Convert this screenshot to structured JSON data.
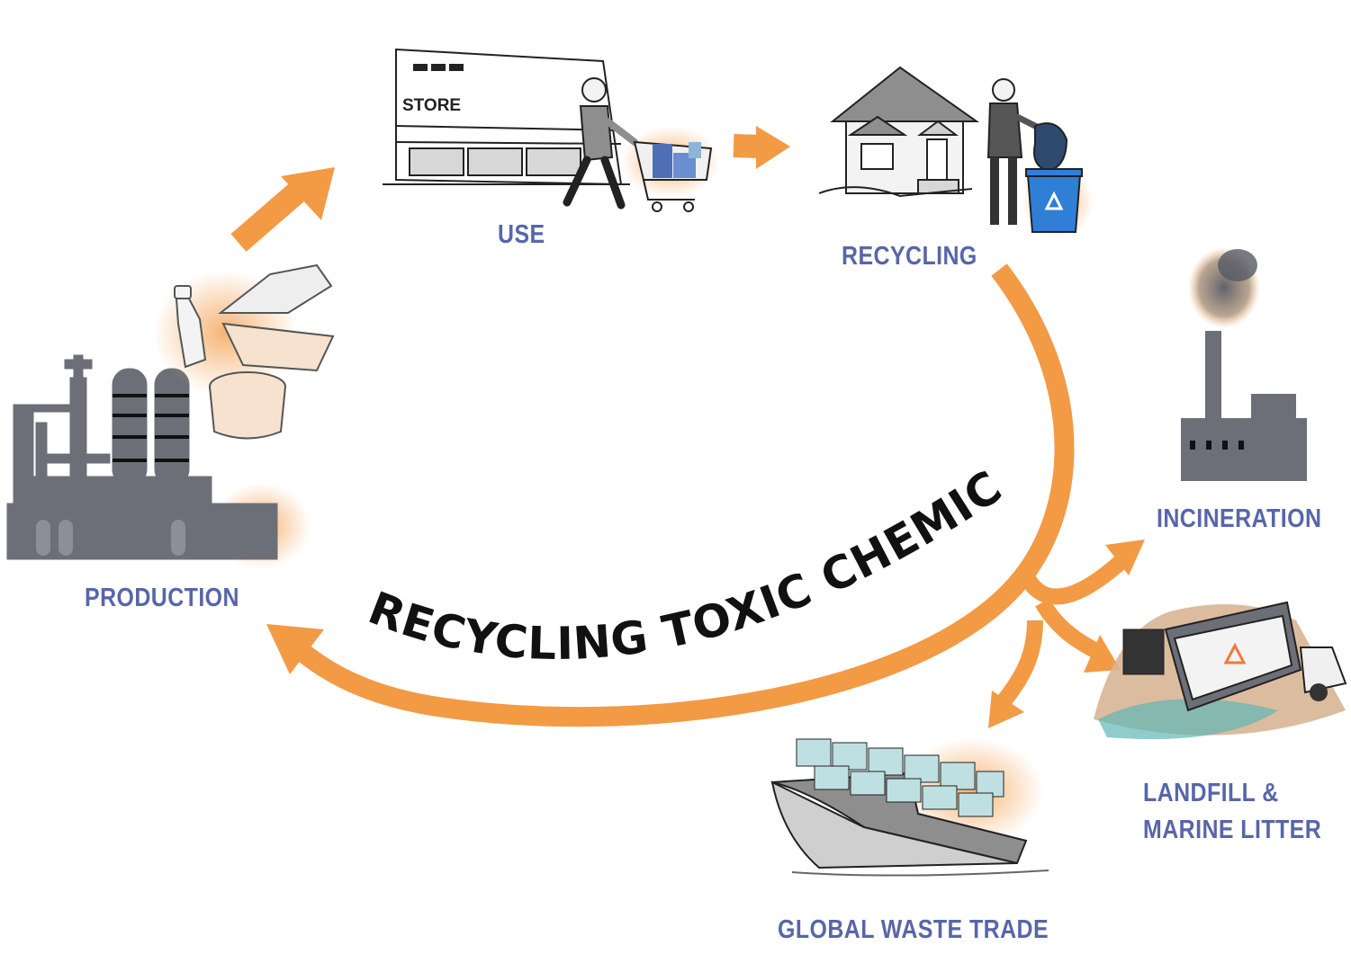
{
  "colors": {
    "arrow": "#f39a45",
    "label": "#5866a8",
    "factory_gray": "#6d6f78",
    "title": "#111111"
  },
  "title": "RECYCLING TOXIC CHEMICALS",
  "store_sign": "STORE",
  "stages": {
    "production": "PRODUCTION",
    "use": "USE",
    "recycling": "RECYCLING",
    "incineration": "INCINERATION",
    "landfill_line1": "LANDFILL &",
    "landfill_line2": "MARINE LITTER",
    "global_waste_trade": "GLOBAL WASTE TRADE"
  },
  "icons": [
    "factory-icon",
    "plastic-containers-icon",
    "store-icon",
    "shopper-cart-icon",
    "house-icon",
    "recycling-bin-icon",
    "incinerator-icon",
    "dump-truck-icon",
    "cargo-ship-icon"
  ]
}
